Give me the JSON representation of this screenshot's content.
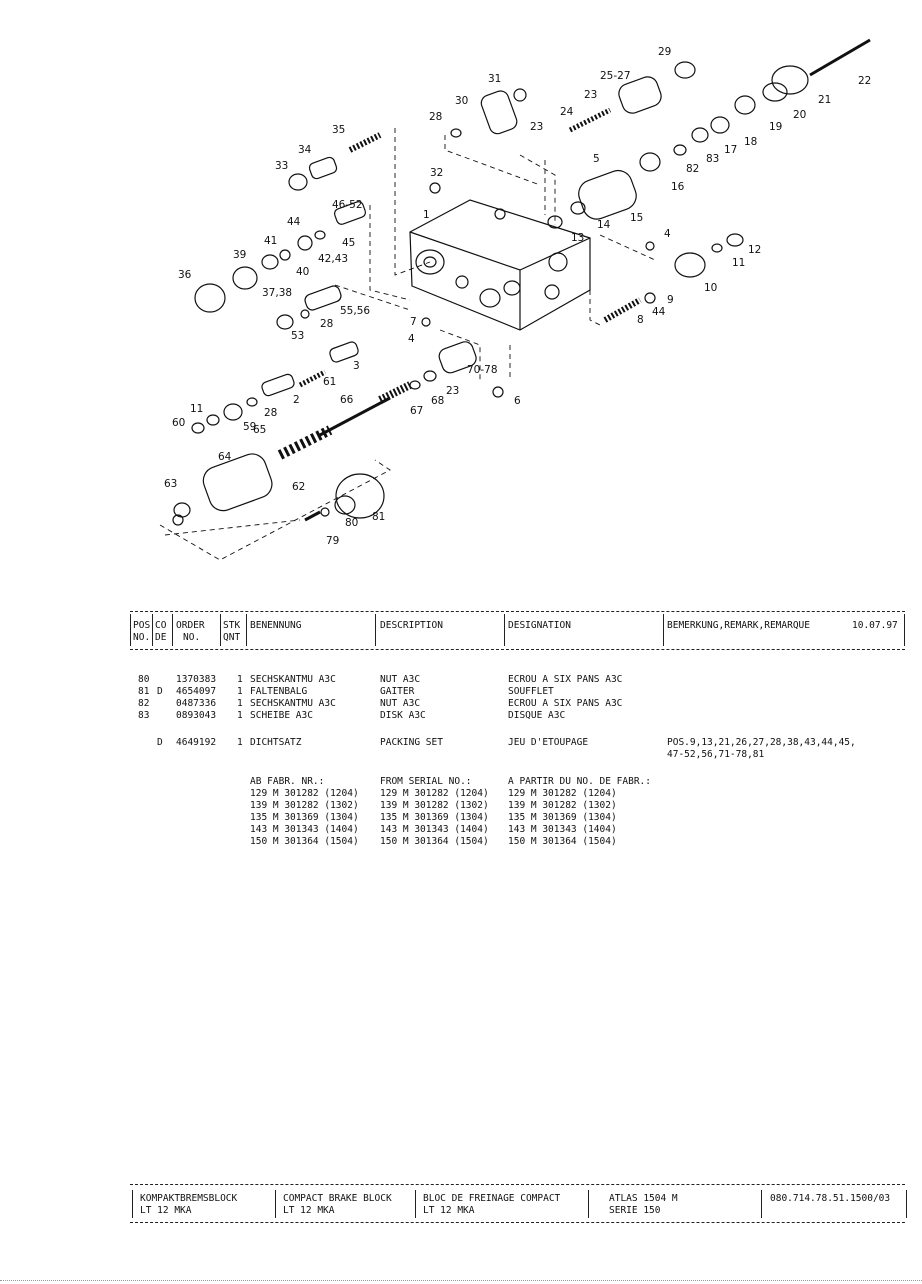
{
  "diagram": {
    "labels": [
      "29",
      "22",
      "31",
      "25-27",
      "23",
      "21",
      "30",
      "24",
      "20",
      "28",
      "23",
      "19",
      "18",
      "17",
      "5",
      "83",
      "82",
      "16",
      "35",
      "34",
      "33",
      "32",
      "15",
      "46-52",
      "1",
      "14",
      "45",
      "44",
      "13",
      "41",
      "42,43",
      "4",
      "12",
      "39",
      "40",
      "11",
      "36",
      "37,38",
      "10",
      "55,56",
      "9",
      "28",
      "44",
      "53",
      "8",
      "7",
      "4",
      "3",
      "61",
      "70-78",
      "23",
      "68",
      "6",
      "2",
      "66",
      "28",
      "67",
      "11",
      "60",
      "59",
      "65",
      "64",
      "62",
      "63",
      "80",
      "81",
      "79"
    ]
  },
  "header": {
    "pos": "POS",
    "no": "NO.",
    "co": "CO",
    "de": "DE",
    "order": "ORDER",
    "order_no": "NO.",
    "stk": "STK",
    "qnt": "QNT",
    "benennung": "BENENNUNG",
    "description": "DESCRIPTION",
    "designation": "DESIGNATION",
    "remark": "BEMERKUNG,REMARK,REMARQUE",
    "date": "10.07.97"
  },
  "rows": [
    {
      "pos": "80",
      "code": "",
      "order": "1370383",
      "qty": "1",
      "benennung": "SECHSKANTMU A3C",
      "description": "NUT A3C",
      "designation": "ECROU A SIX PANS A3C",
      "remark": ""
    },
    {
      "pos": "81",
      "code": "D",
      "order": "4654097",
      "qty": "1",
      "benennung": "FALTENBALG",
      "description": "GAITER",
      "designation": "SOUFFLET",
      "remark": ""
    },
    {
      "pos": "82",
      "code": "",
      "order": "0487336",
      "qty": "1",
      "benennung": "SECHSKANTMU A3C",
      "description": "NUT A3C",
      "designation": "ECROU A SIX PANS A3C",
      "remark": ""
    },
    {
      "pos": "83",
      "code": "",
      "order": "0893043",
      "qty": "1",
      "benennung": "SCHEIBE A3C",
      "description": "DISK A3C",
      "designation": "DISQUE A3C",
      "remark": ""
    }
  ],
  "packing": {
    "code": "D",
    "order": "4649192",
    "qty": "1",
    "benennung": "DICHTSATZ",
    "description": "PACKING SET",
    "designation": "JEU D'ETOUPAGE",
    "remark_line1": "POS.9,13,21,26,27,28,38,43,44,45,",
    "remark_line2": "47-52,56,71-78,81"
  },
  "serials": {
    "de_header": "AB FABR. NR.:",
    "en_header": "FROM SERIAL NO.:",
    "fr_header": "A PARTIR DU NO. DE FABR.:",
    "lines": [
      "129 M 301282 (1204)",
      "139 M 301282 (1302)",
      "135 M 301369 (1304)",
      "143 M 301343 (1404)",
      "150 M 301364 (1504)"
    ]
  },
  "footer": {
    "de_title": "KOMPAKTBREMSBLOCK",
    "de_sub": "LT 12 MKA",
    "en_title": "COMPACT BRAKE BLOCK",
    "en_sub": "LT 12 MKA",
    "fr_title": "BLOC DE FREINAGE COMPACT",
    "fr_sub": "LT 12 MKA",
    "model": "ATLAS 1504 M",
    "series": "SERIE 150",
    "doc_no": "080.714.78.51.1500/03"
  }
}
